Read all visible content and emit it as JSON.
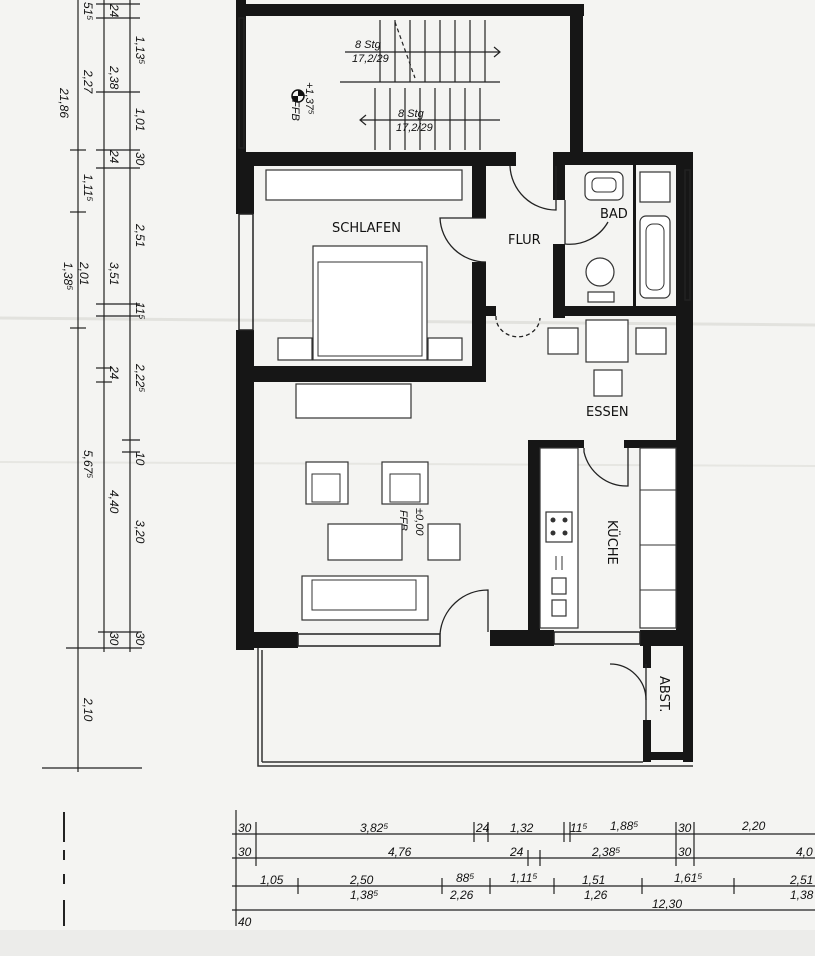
{
  "rooms": {
    "schlafen": "SCHLAFEN",
    "flur": "FLUR",
    "bad": "BAD",
    "essen": "ESSEN",
    "kueche": "KÜCHE",
    "abst": "ABST."
  },
  "stairs": {
    "upper": "8 Stg",
    "upper_ratio": "17,2/29",
    "lower": "8 Stg",
    "lower_ratio": "17,2/29"
  },
  "levels": {
    "upper_value": "+1,37⁵",
    "upper_unit": "FFB",
    "main_value": "±0,00",
    "main_unit": "FFB"
  },
  "dims_left": {
    "total_outer": "21,86",
    "group": [
      "2,27",
      "1,38⁵",
      "5,67⁵",
      "2,10"
    ],
    "group_b": [
      "1,11⁵",
      "2,01"
    ],
    "fine": [
      "1,13⁵",
      "2,38",
      "1,01",
      "30",
      "2,51",
      "3,51",
      "11⁵",
      "2,22⁵",
      "10",
      "4,40",
      "3,20",
      "30",
      "30",
      "24",
      "24",
      "24",
      "51⁵"
    ]
  },
  "dims_bottom": {
    "row1": [
      "30",
      "3,82⁵",
      "24",
      "1,32",
      "11⁵",
      "1,88⁵",
      "30",
      "2,20"
    ],
    "row2": [
      "30",
      "4,76",
      "24",
      "2,38⁵",
      "30",
      "4,0"
    ],
    "row3": [
      "1,05",
      "2,50",
      "88⁵",
      "1,11⁵",
      "1,51",
      "1,61⁵",
      "2,51"
    ],
    "row3_sub": [
      "1,38⁵",
      "2,26",
      "1,26",
      "1,38"
    ],
    "row4": [
      "12,30"
    ],
    "row5": [
      "40"
    ]
  }
}
